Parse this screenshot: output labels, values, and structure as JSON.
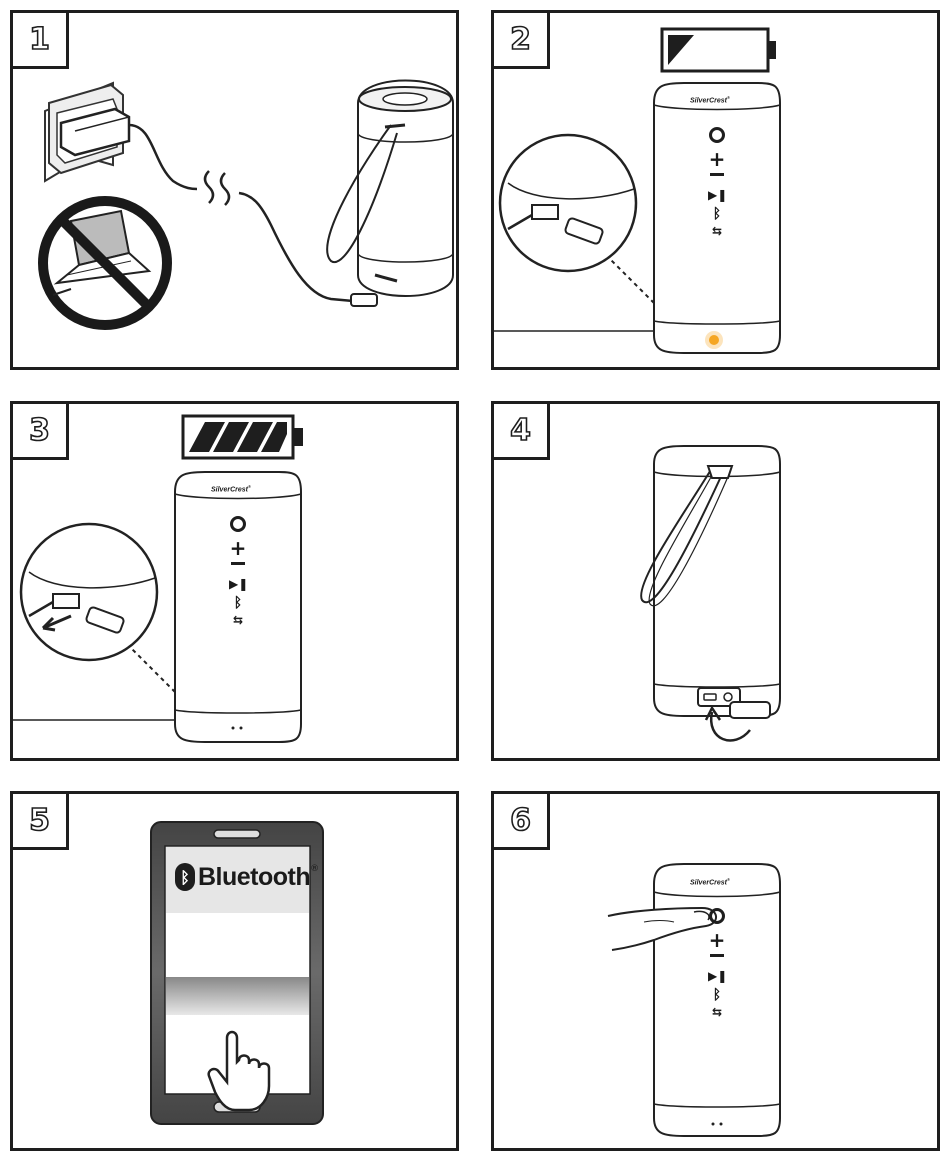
{
  "steps": [
    {
      "number": "1"
    },
    {
      "number": "2"
    },
    {
      "number": "3"
    },
    {
      "number": "4"
    },
    {
      "number": "5"
    },
    {
      "number": "6"
    }
  ],
  "speaker": {
    "brand": "SilverCrest",
    "brand_mark": "®",
    "buttons": [
      "power-icon",
      "plus-icon",
      "minus-icon",
      "play-pause-icon",
      "bluetooth-icon",
      "link-arrows-icon"
    ]
  },
  "phone": {
    "label": "Bluetooth",
    "label_mark": "®"
  },
  "colors": {
    "charging_led": "#f5a623",
    "outline": "#1e1e1e",
    "phone_body": "#5a5a5a"
  }
}
